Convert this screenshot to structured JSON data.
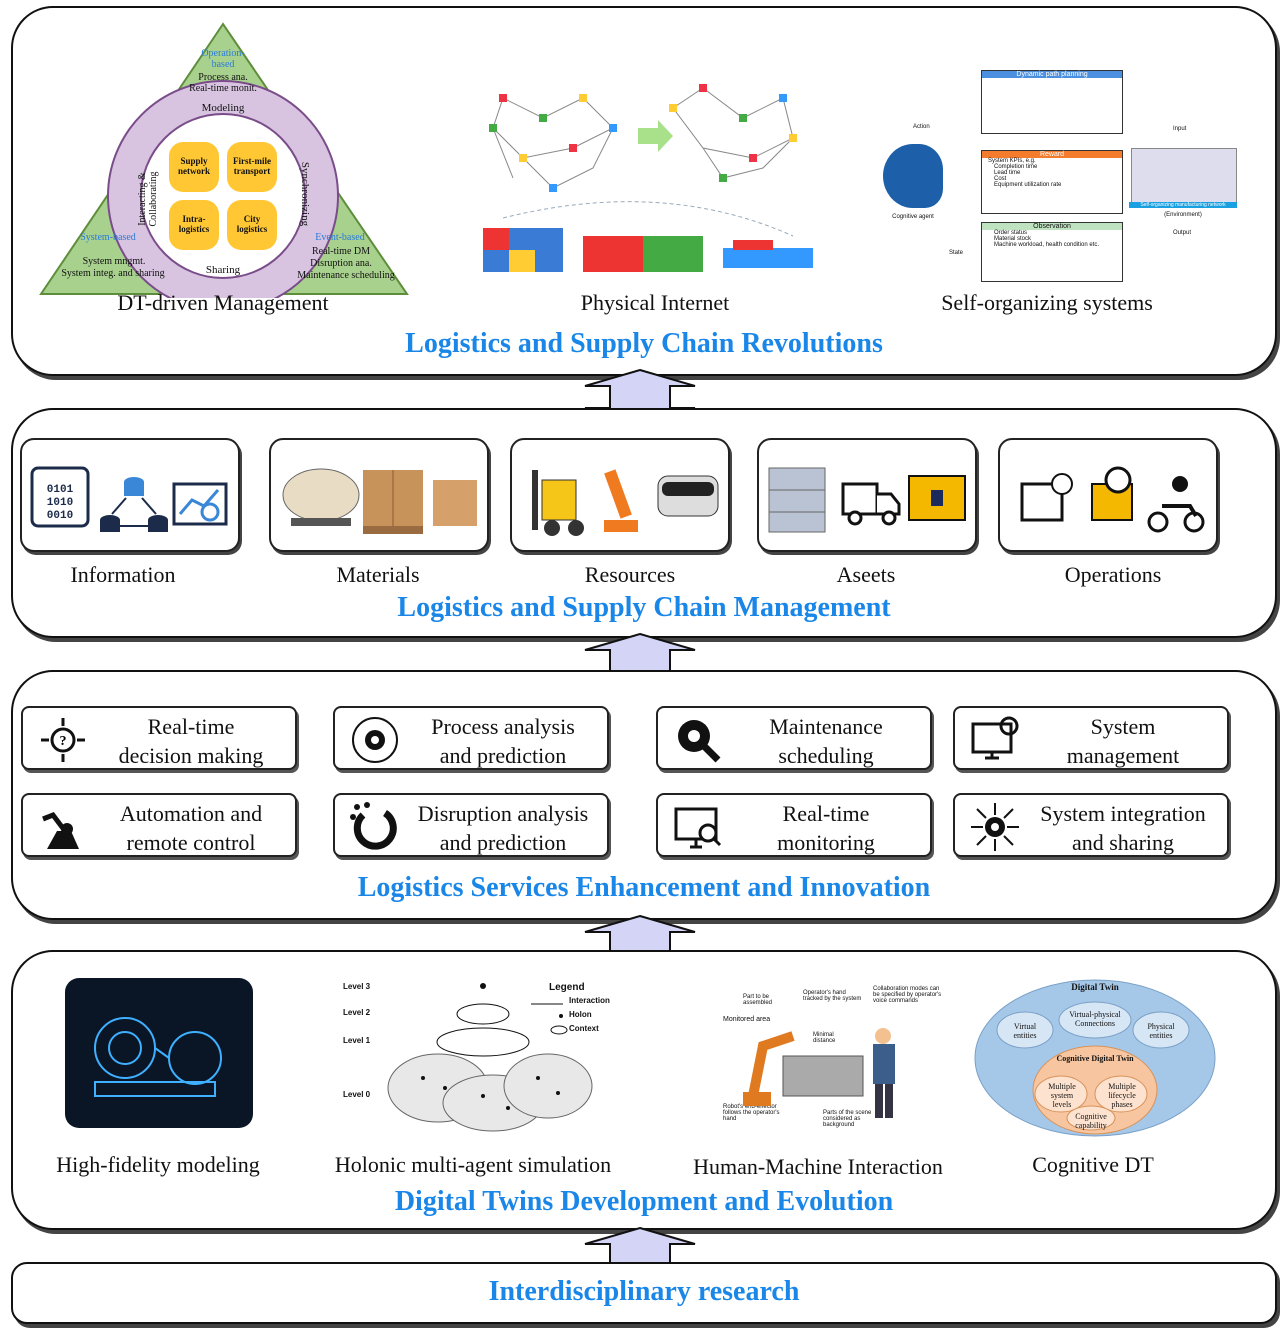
{
  "panels": {
    "revolutions": {
      "title": "Logistics and Supply Chain Revolutions",
      "captions": [
        "DT-driven Management",
        "Physical Internet",
        "Self-organizing systems"
      ],
      "dt_triangle": {
        "operation_based": "Operation-based",
        "op_items": [
          "Process ana.",
          "Real-time monit."
        ],
        "system_based": "System-based",
        "sys_items": [
          "System mngmt.",
          "System integ. and sharing"
        ],
        "event_based": "Event-based",
        "evt_items": [
          "Real-time DM",
          "Disruption ana.",
          "Maintenance scheduling"
        ],
        "ring": {
          "top": "Modeling",
          "bottom": "Sharing",
          "left": "Interacting & Collaborating",
          "right": "Synchronizing"
        },
        "quads": [
          "Supply network",
          "First-mile transport",
          "Intra-logistics",
          "City logistics"
        ]
      },
      "self_org": {
        "dyn_path": "Dynamic path planning",
        "reward_title": "Reward",
        "reward_items": [
          "System KPIs, e.g.",
          "Completion time",
          "Lead time",
          "Cost",
          "Equipment utilization rate"
        ],
        "obs_title": "Observation",
        "obs_items": [
          "Order status",
          "Material stock",
          "Machine workload, health condition etc."
        ],
        "action": "Action",
        "state": "State",
        "input": "Input",
        "output": "Output",
        "agent": "Cognitive agent",
        "network": "Self-organizing manufacturing network",
        "env": "(Environment)"
      }
    },
    "management": {
      "title": "Logistics and Supply Chain Management",
      "captions": [
        "Information",
        "Materials",
        "Resources",
        "Aseets",
        "Operations"
      ],
      "binary": "0101 1010 0010"
    },
    "services": {
      "title": "Logistics Services Enhancement and Innovation",
      "items": [
        {
          "icon": "decision-icon",
          "line1": "Real-time",
          "line2": "decision making"
        },
        {
          "icon": "process-icon",
          "line1": "Process analysis",
          "line2": "and prediction"
        },
        {
          "icon": "maintenance-icon",
          "line1": "Maintenance",
          "line2": "scheduling"
        },
        {
          "icon": "system-mgmt-icon",
          "line1": "System",
          "line2": "management"
        },
        {
          "icon": "robot-arm-icon",
          "line1": "Automation and",
          "line2": "remote control"
        },
        {
          "icon": "disruption-icon",
          "line1": "Disruption analysis",
          "line2": "and prediction"
        },
        {
          "icon": "monitoring-icon",
          "line1": "Real-time",
          "line2": "monitoring"
        },
        {
          "icon": "integration-icon",
          "line1": "System integration",
          "line2": "and sharing"
        }
      ]
    },
    "development": {
      "title": "Digital Twins Development and Evolution",
      "captions": [
        "High-fidelity modeling",
        "Holonic multi-agent simulation",
        "Human-Machine Interaction",
        "Cognitive DT"
      ],
      "holonic": {
        "levels": [
          "Level 3",
          "Level 2",
          "Level 1",
          "Level 0"
        ],
        "legend": "Legend",
        "legend_items": [
          "Interaction",
          "Holon",
          "Context"
        ]
      },
      "hmi": {
        "monitored": "Monitored area",
        "part": "Part to be assembled",
        "hand": "Operator's hand tracked by the system",
        "collab": "Collaboration modes can be specified by operator's voice commands",
        "min_dist": "Minimal distance",
        "robot": "Robot's end-effector follows the operator's hand",
        "parts_bg": "Parts of the scene considered as background"
      },
      "cognitive": {
        "dt": "Digital Twin",
        "virtual": "Virtual entities",
        "vp": "Virtual-physical Connections",
        "physical": "Physical entities",
        "cdt": "Cognitive Digital Twin",
        "multi_sys": "Multiple system levels",
        "multi_life": "Multiple lifecycle phases",
        "cog_cap": "Cognitive capability"
      }
    },
    "research": {
      "title": "Interdisciplinary research"
    }
  }
}
